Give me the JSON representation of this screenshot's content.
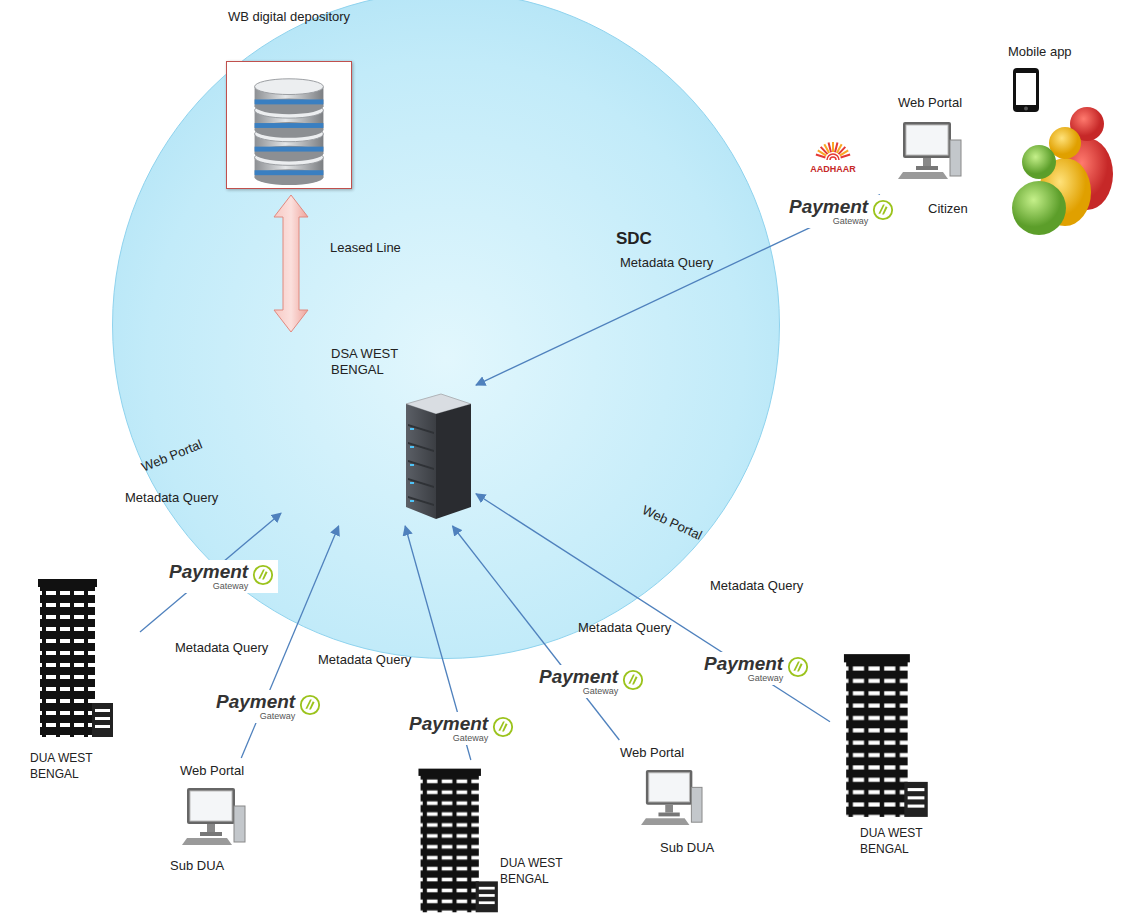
{
  "diagram": {
    "nodes": [
      {
        "text": [
          "SDC"
        ]
      },
      {
        "text": [
          "WB digital depository"
        ],
        "in": 0
      },
      {
        "text": [
          "DSA WEST BENGAL"
        ],
        "in": 0
      },
      {
        "text": [
          "Mobile app",
          "Web Portal",
          "Citizen"
        ]
      },
      {
        "text": [
          "DUA WEST BENGAL"
        ]
      },
      {
        "text": [
          "Web Portal",
          "Sub DUA"
        ]
      },
      {
        "text": [
          "DUA WEST BENGAL"
        ]
      },
      {
        "text": [
          "Web Portal",
          "Sub DUA"
        ]
      },
      {
        "text": [
          "DUA WEST BENGAL"
        ]
      }
    ],
    "edges": [
      {
        "from": 1,
        "to": 2,
        "arrow": "both",
        "label": "Leased Line"
      },
      {
        "from": 3,
        "to": 2,
        "arrow": "to",
        "label": "Metadata Query"
      },
      {
        "from": 4,
        "to": 2,
        "arrow": "to",
        "label": "Metadata Query"
      },
      {
        "from": 5,
        "to": 2,
        "arrow": "to",
        "label": "Metadata Query"
      },
      {
        "from": 6,
        "to": 2,
        "arrow": "to",
        "label": "Metadata Query"
      },
      {
        "from": 7,
        "to": 2,
        "arrow": "to",
        "label": "Metadata Query"
      },
      {
        "from": 8,
        "to": 2,
        "arrow": "to",
        "label": "Metadata Query"
      }
    ],
    "labels": [
      "AADHAAR",
      "Payment",
      "Gateway",
      "Web Portal",
      "Payment",
      "Gateway",
      "Payment",
      "Gateway",
      "Payment",
      "Gateway",
      "Payment",
      "Gateway",
      "Web Portal",
      "Payment",
      "Gateway"
    ]
  }
}
